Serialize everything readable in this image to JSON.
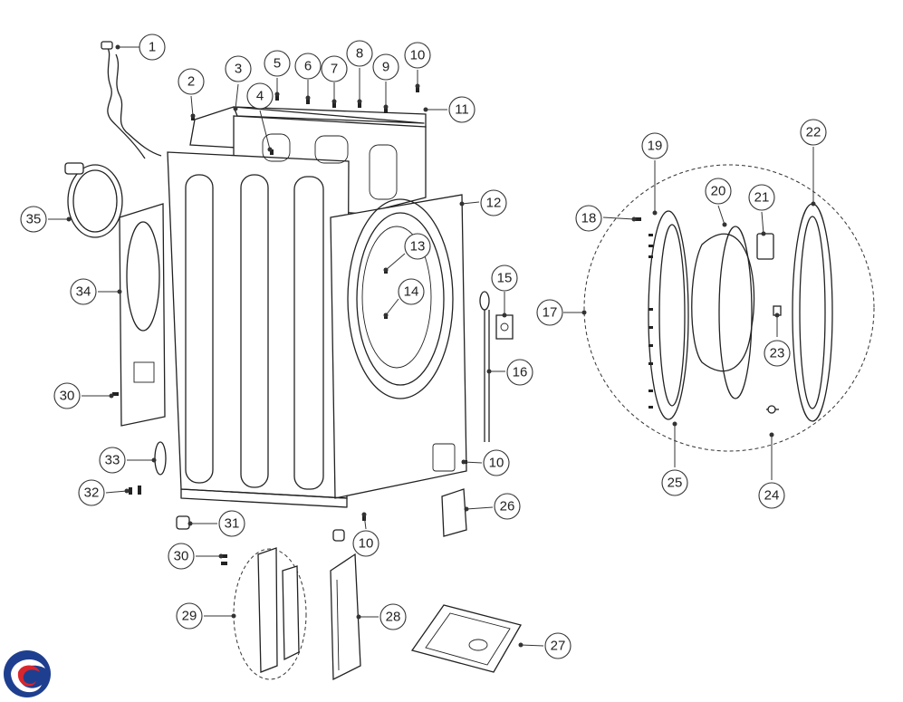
{
  "diagram": {
    "callouts": [
      {
        "id": "c1",
        "label": "1"
      },
      {
        "id": "c2",
        "label": "2"
      },
      {
        "id": "c3",
        "label": "3"
      },
      {
        "id": "c4",
        "label": "4"
      },
      {
        "id": "c5",
        "label": "5"
      },
      {
        "id": "c6",
        "label": "6"
      },
      {
        "id": "c7",
        "label": "7"
      },
      {
        "id": "c8",
        "label": "8"
      },
      {
        "id": "c9",
        "label": "9"
      },
      {
        "id": "c10a",
        "label": "10"
      },
      {
        "id": "c11",
        "label": "11"
      },
      {
        "id": "c12",
        "label": "12"
      },
      {
        "id": "c13",
        "label": "13"
      },
      {
        "id": "c14",
        "label": "14"
      },
      {
        "id": "c15",
        "label": "15"
      },
      {
        "id": "c16",
        "label": "16"
      },
      {
        "id": "c17",
        "label": "17"
      },
      {
        "id": "c18",
        "label": "18"
      },
      {
        "id": "c19",
        "label": "19"
      },
      {
        "id": "c20",
        "label": "20"
      },
      {
        "id": "c21",
        "label": "21"
      },
      {
        "id": "c22",
        "label": "22"
      },
      {
        "id": "c23",
        "label": "23"
      },
      {
        "id": "c24",
        "label": "24"
      },
      {
        "id": "c25",
        "label": "25"
      },
      {
        "id": "c26",
        "label": "26"
      },
      {
        "id": "c27",
        "label": "27"
      },
      {
        "id": "c28",
        "label": "28"
      },
      {
        "id": "c29",
        "label": "29"
      },
      {
        "id": "c30a",
        "label": "30"
      },
      {
        "id": "c30b",
        "label": "30"
      },
      {
        "id": "c31",
        "label": "31"
      },
      {
        "id": "c32",
        "label": "32"
      },
      {
        "id": "c33",
        "label": "33"
      },
      {
        "id": "c34",
        "label": "34"
      },
      {
        "id": "c35",
        "label": "35"
      },
      {
        "id": "c10b",
        "label": "10"
      },
      {
        "id": "c10c",
        "label": "10"
      }
    ],
    "colors": {
      "line": "#222222",
      "logo_blue": "#1e3f8f",
      "logo_red": "#d8262e"
    },
    "logo_icon": "brand-swirl-logo"
  }
}
